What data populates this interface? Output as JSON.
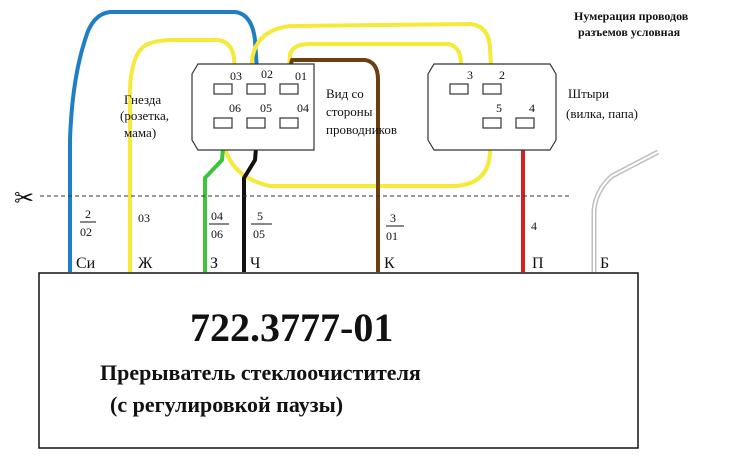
{
  "note": {
    "line1": "Нумерация проводов",
    "line2": "разъемов условная"
  },
  "left_connector": {
    "label_lines": [
      "Гнезда",
      "(розетка,",
      "мама)"
    ],
    "side_lines": [
      "Вид со",
      "стороны",
      "проводников"
    ],
    "pins": [
      "03",
      "02",
      "01",
      "06",
      "05",
      "04"
    ]
  },
  "right_connector": {
    "label_lines": [
      "Штыри",
      "(вилка, папа)"
    ],
    "pins": [
      "3",
      "2",
      "5",
      "4"
    ]
  },
  "cut_symbol": "✂",
  "wires": [
    {
      "terminal": "Си",
      "num": "2",
      "den": "02",
      "color": "#1f7fc4"
    },
    {
      "terminal": "Ж",
      "num": "03",
      "den": "",
      "color": "#f5e93a"
    },
    {
      "terminal": "З",
      "num": "04",
      "den": "06",
      "color": "#3cc43c"
    },
    {
      "terminal": "Ч",
      "num": "5",
      "den": "05",
      "color": "#111111"
    },
    {
      "terminal": "К",
      "num": "3",
      "den": "01",
      "color": "#6b3f12"
    },
    {
      "terminal": "П",
      "num": "4",
      "den": "",
      "color": "#d42020"
    },
    {
      "terminal": "Б",
      "num": "",
      "den": "",
      "color": "#cccccc"
    }
  ],
  "device": {
    "part_number": "722.3777-01",
    "name_line1": "Прерыватель стеклоочистителя",
    "name_line2": "(с регулировкой паузы)"
  }
}
